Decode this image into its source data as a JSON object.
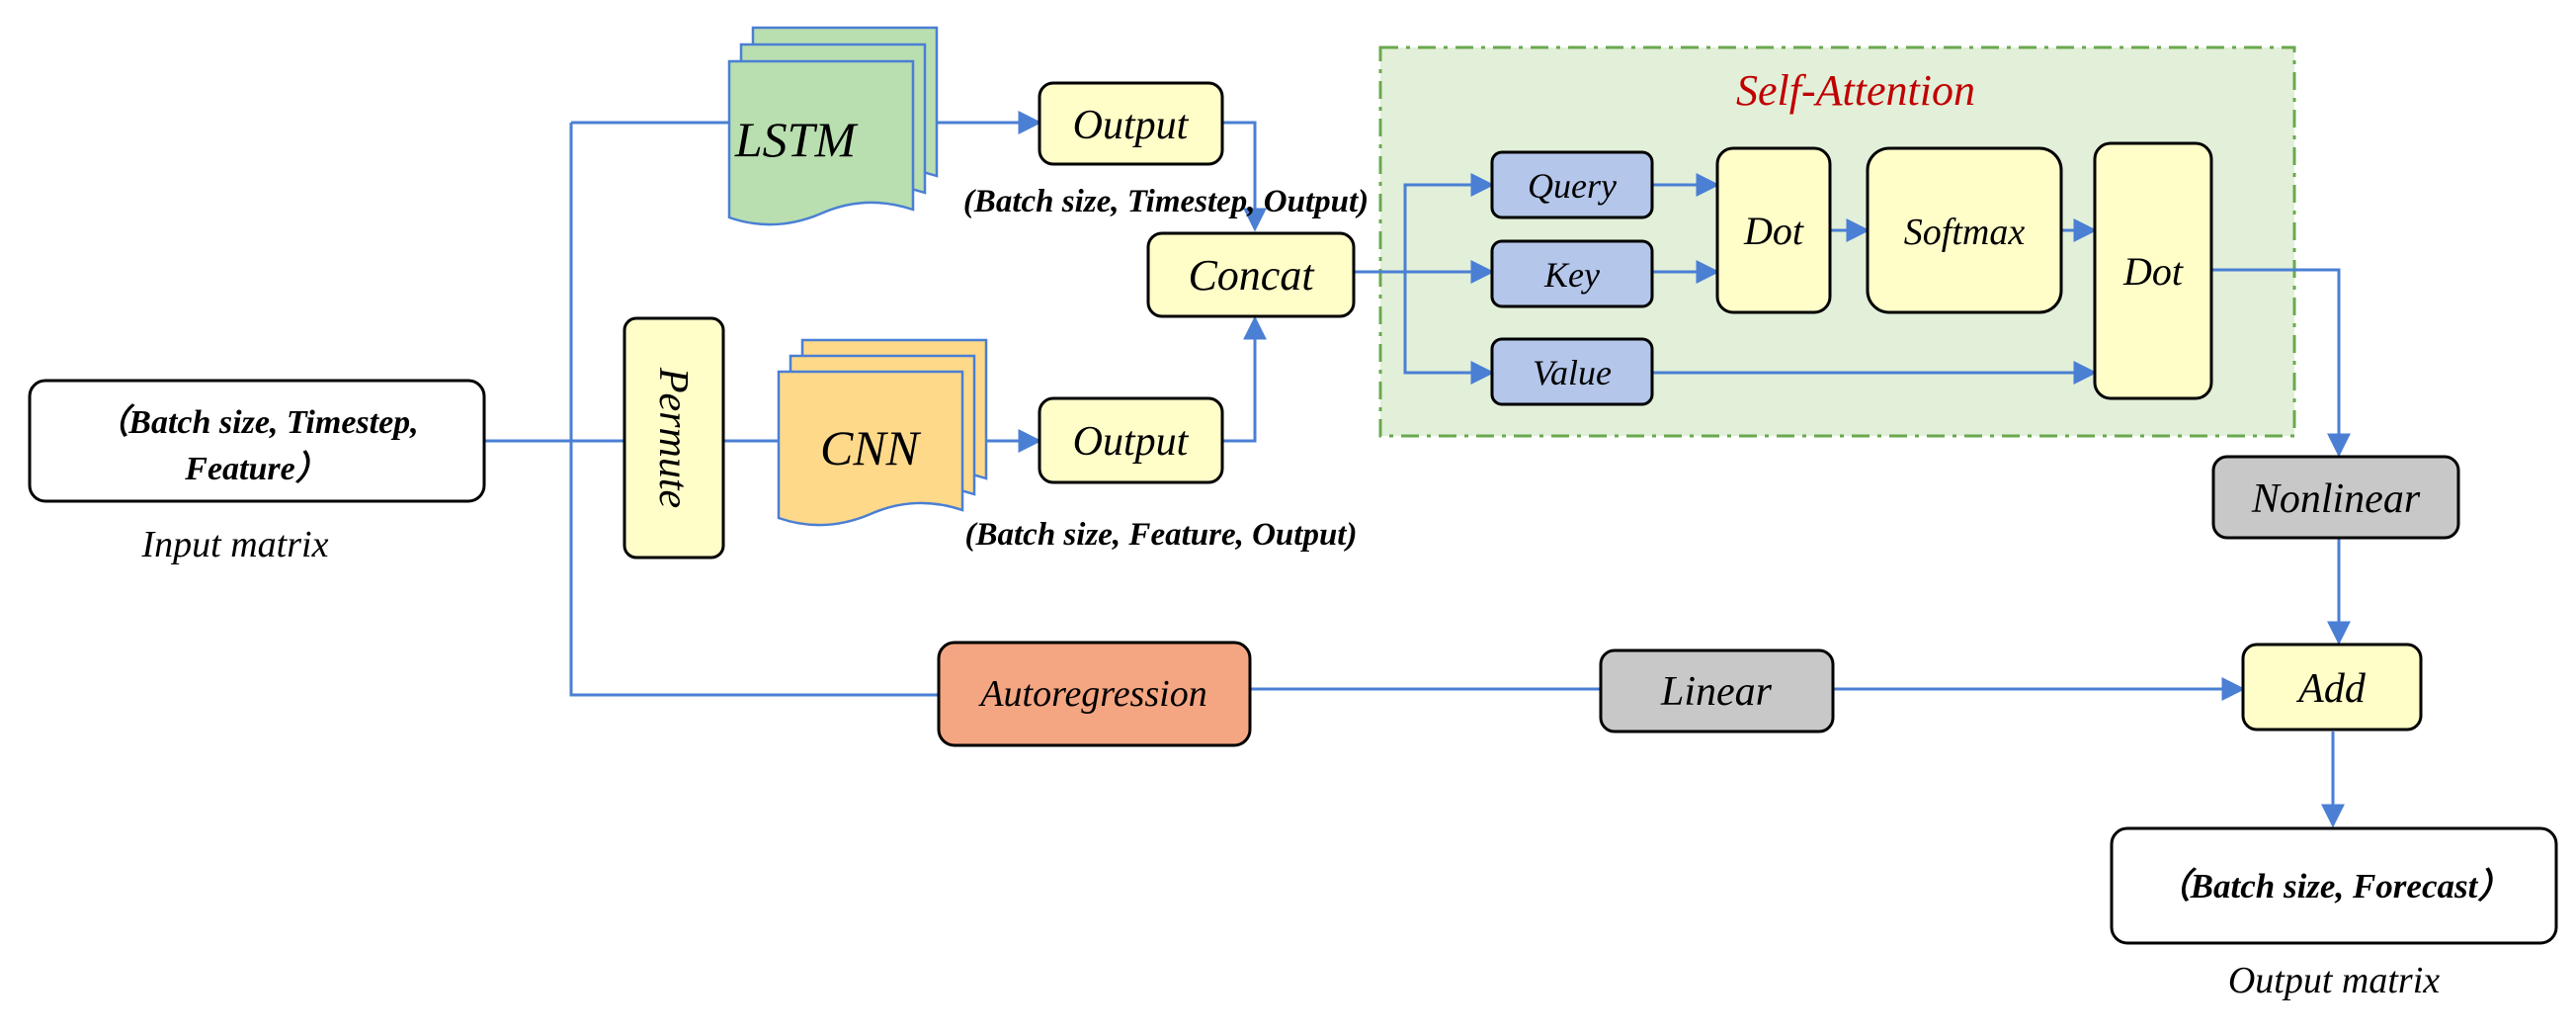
{
  "input_label": "（Batch size, Timestep,",
  "input_label_line2": "Feature）",
  "input_caption": "Input matrix",
  "permute_label": "Permute",
  "lstm_label": "LSTM",
  "cnn_label": "CNN",
  "lstm_output_label": "Output",
  "cnn_output_label": "Output",
  "lstm_shape": "(Batch size, Timestep, Output)",
  "cnn_shape": "(Batch size, Feature, Output)",
  "concat_label": "Concat",
  "attention_title": "Self-Attention",
  "query_label": "Query",
  "key_label": "Key",
  "value_label": "Value",
  "dot1_label": "Dot",
  "softmax_label": "Softmax",
  "dot2_label": "Dot",
  "nonlinear_label": "Nonlinear",
  "autoregression_label": "Autoregression",
  "linear_label": "Linear",
  "add_label": "Add",
  "output_label": "（Batch size, Forecast）",
  "output_caption": "Output matrix",
  "colors": {
    "arrow": "#4a7fd4",
    "lstm_fill": "#b9dfb0",
    "cnn_fill": "#ffd98a",
    "output_fill": "#fffdc8",
    "qkv_fill": "#b4c6ea",
    "attention_bg": "#e2efd9",
    "attention_border": "#6aa84f",
    "attention_title": "#c00000",
    "gray_fill": "#c8c8c8",
    "autoreg_fill": "#f4a582"
  }
}
